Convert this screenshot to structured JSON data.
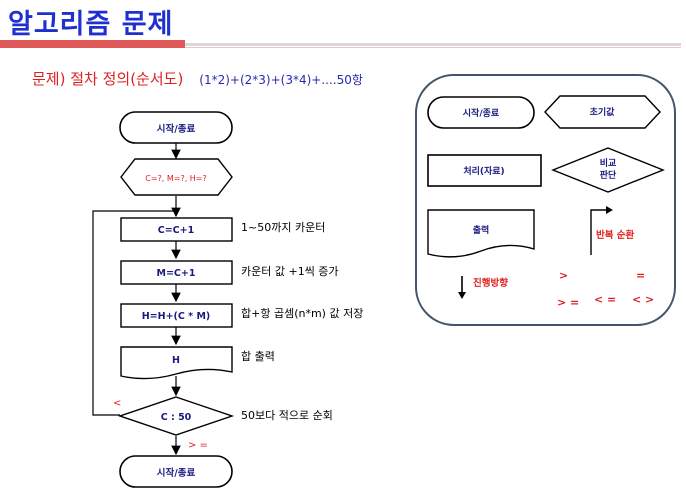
{
  "header": {
    "title": "알고리즘 문제"
  },
  "problem": {
    "label": "문제)",
    "text": " 절차 정의(순서도)",
    "formula": "(1*2)+(2*3)+(3*4)+....50항"
  },
  "flowchart": {
    "start": "시작/종료",
    "init": "C=?, M=?, H=?",
    "step1": "C=C+1",
    "step1_note": "1~50까지 카운터",
    "step2": "M=C+1",
    "step2_note": "카운터 값 +1씩 증가",
    "step3": "H=H+(C * M)",
    "step3_note": "합+항 곱셈(n*m) 값 저장",
    "output": "H",
    "output_note": "합 출력",
    "decision": "C : 50",
    "decision_note": "50보다 적으로 순회",
    "branch_less": "<",
    "branch_ge": "> =",
    "end": "시작/종료"
  },
  "legend": {
    "terminal": "시작/종료",
    "initial": "초기값",
    "process": "처리(자료)",
    "compare_line1": "비교",
    "compare_line2": "판단",
    "output": "출력",
    "loop": "반복 순환",
    "direction": "진행방향",
    "op_gt": ">",
    "op_eq": "=",
    "op_ge": "> =",
    "op_le": "< =",
    "op_ne": "< >"
  }
}
